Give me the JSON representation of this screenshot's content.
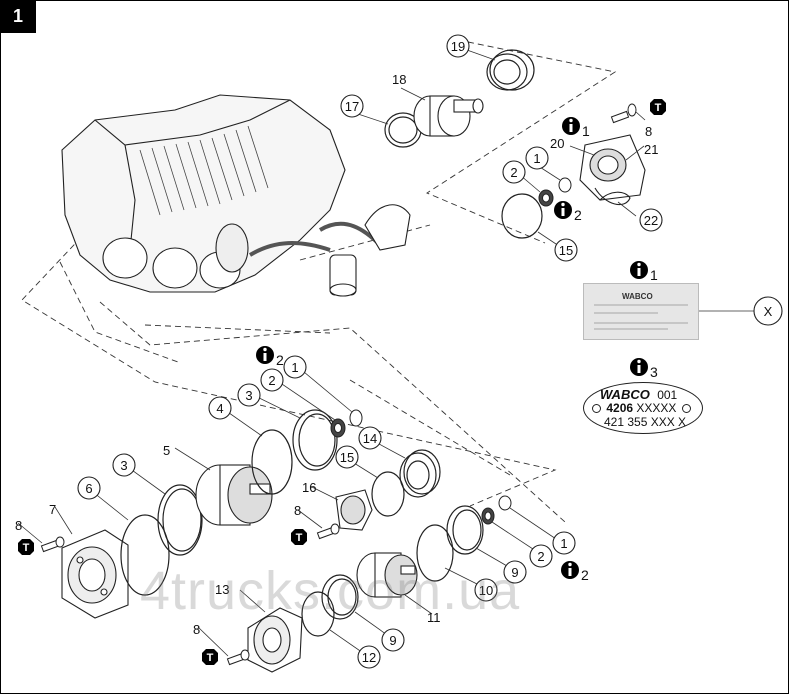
{
  "figure_number": "1",
  "callouts": {
    "c1a": "1",
    "c1b": "1",
    "c1c": "1",
    "c2a": "2",
    "c2b": "2",
    "c2c": "2",
    "c3a": "3",
    "c3b": "3",
    "c4": "4",
    "c5": "5",
    "c6": "6",
    "c7": "7",
    "c8a": "8",
    "c8b": "8",
    "c8c": "8",
    "c8d": "8",
    "c9a": "9",
    "c9b": "9",
    "c10": "10",
    "c11": "11",
    "c12": "12",
    "c13": "13",
    "c14": "14",
    "c15a": "15",
    "c15b": "15",
    "c16": "16",
    "c17": "17",
    "c18": "18",
    "c19": "19",
    "c20": "20",
    "c21": "21",
    "c22": "22",
    "cx": "X"
  },
  "info_markers": {
    "i1a": "1",
    "i2a": "2",
    "i1b": "1",
    "i2b": "2",
    "i3": "3",
    "i2c": "2"
  },
  "torque_symbol": "T",
  "kit_label": {
    "brand": "WABCO"
  },
  "id_plate": {
    "brand": "WABCO",
    "suffix": "001",
    "row2_bold": "4206",
    "row2_rest": " XXXXX",
    "row3": "421 355 XXX X"
  },
  "watermark": "4trucks.com.ua"
}
